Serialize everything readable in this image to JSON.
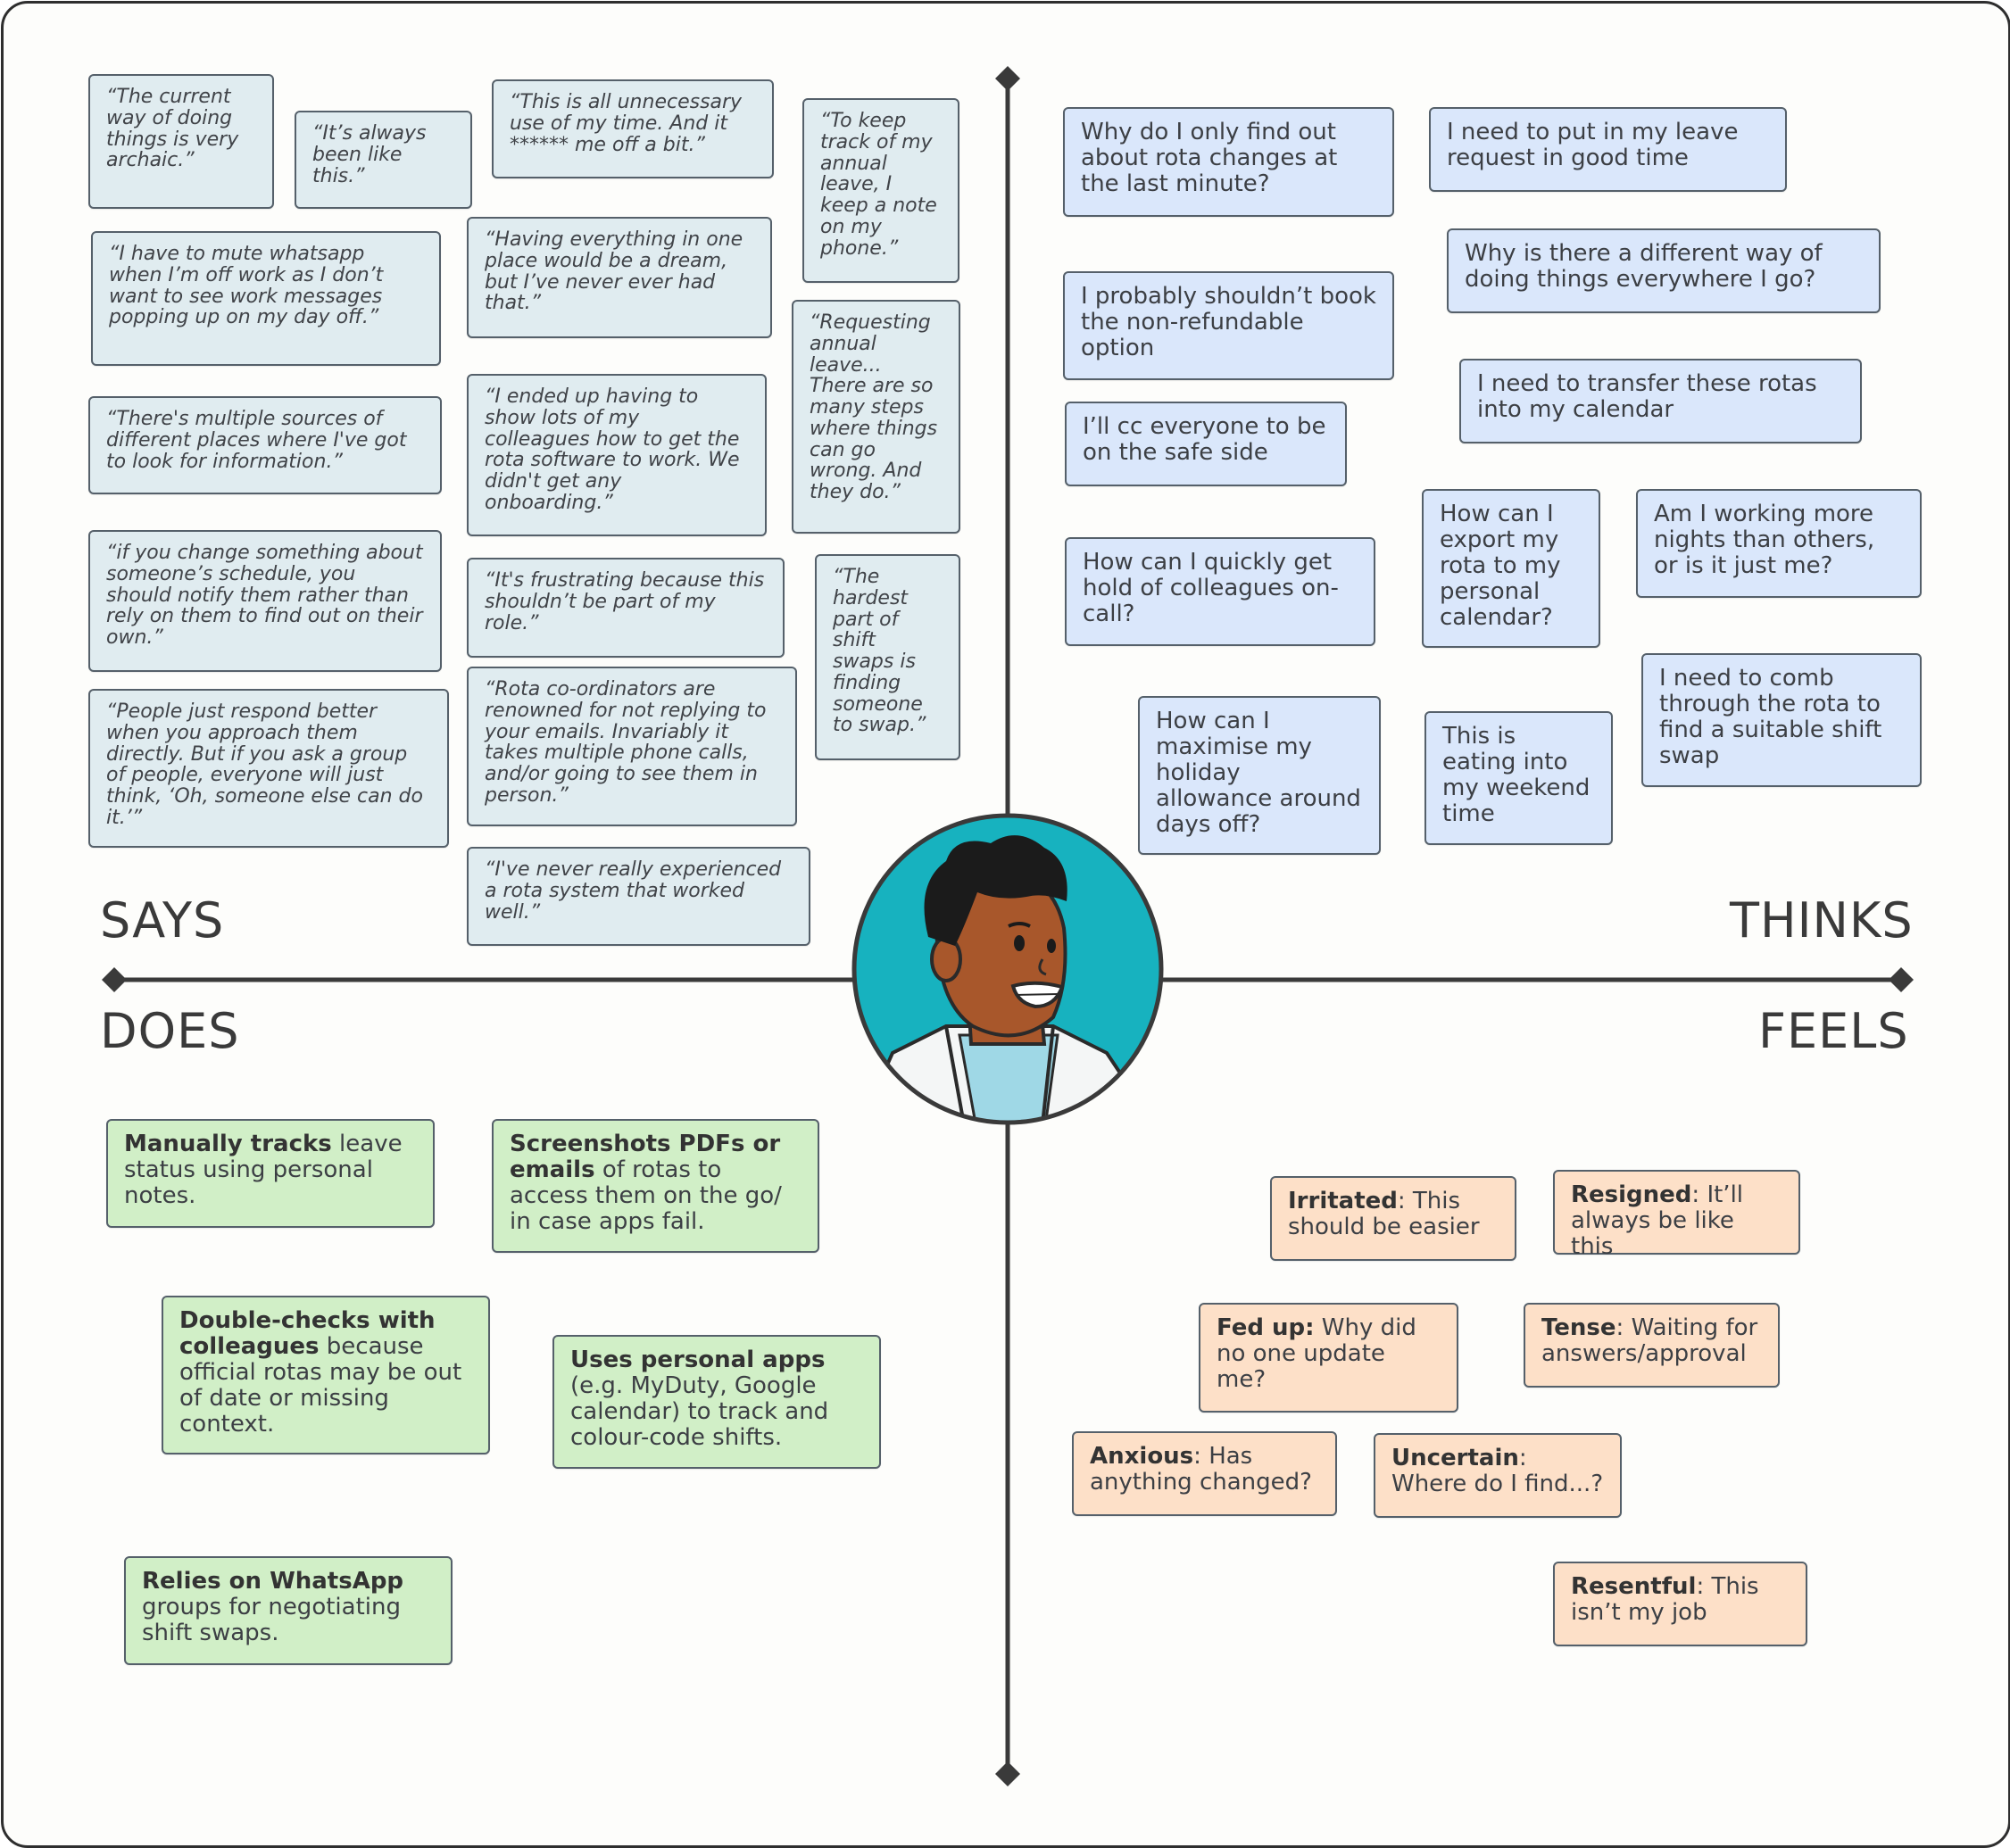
{
  "quadrant_labels": {
    "says": "SAYS",
    "thinks": "THINKS",
    "does": "DOES",
    "feels": "FEELS"
  },
  "says": [
    "“The current way of doing things is very archaic.”",
    "“It’s always been like this.”",
    "“This is all unnecessary use of my time. And it ****** me off a bit.”",
    "“To keep track of my annual leave, I keep a note on my phone.”",
    "“I have to mute whatsapp when I’m off work as I don’t want to see work messages popping up on my day off.”",
    "“Having everything in one place would be a dream, but I’ve never ever had that.”",
    "“Requesting annual leave... There are so many steps where things can go wrong. And they do.”",
    "“There's multiple sources of different places where I've got to look for information.”",
    "“I ended up having to show lots of my colleagues how to get the rota software to work. We didn't get any onboarding.”",
    "“if you change something about someone’s schedule, you should notify them rather than rely on them to find out on their own.”",
    "“It's frustrating because this shouldn’t be part of my role.”",
    "“The hardest part of shift swaps is finding someone to swap.”",
    "“People just respond better when you approach them directly. But if you ask a group of people, everyone will just think, ‘Oh, someone else can do it.’”",
    "“Rota co-ordinators are renowned for not replying to your emails. Invariably it takes multiple phone calls, and/or going to see them in person.”",
    "“I've never really experienced a rota system that worked well.”"
  ],
  "thinks": [
    "Why do I only find out about rota changes at the last minute?",
    "I need to put in my leave request in good time",
    "Why is there a different way of doing things everywhere I go?",
    "I probably shouldn’t book the non-refundable option",
    "I need to transfer these rotas into my calendar",
    "I’ll cc everyone to be on the safe side",
    "How can I export my rota to my personal calendar?",
    "Am I working more nights than others, or is it just me?",
    "How can I quickly get hold of colleagues on-call?",
    "I need to comb through the rota to find a suitable shift swap",
    "How can I maximise my holiday allowance around days off?",
    "This is eating into my weekend time"
  ],
  "does": [
    {
      "bold": "Manually tracks",
      "text": " leave status using personal notes."
    },
    {
      "bold": "Screenshots PDFs or emails",
      "text": " of rotas to access them on the go/ in case apps fail."
    },
    {
      "bold": "Double-checks with colleagues",
      "text": " because official rotas may be out of date or missing context."
    },
    {
      "bold": "Uses personal apps",
      "text": " (e.g. MyDuty, Google calendar) to track and colour-code shifts."
    },
    {
      "bold": "Relies on WhatsApp",
      "text": " groups for negotiating shift swaps."
    }
  ],
  "feels": [
    {
      "bold": "Irritated",
      "text": ": This should be easier"
    },
    {
      "bold": "Resigned",
      "text": ": It’ll always be like this"
    },
    {
      "bold": "Fed up:",
      "text": " Why did no one update me?"
    },
    {
      "bold": "Tense",
      "text": ": Waiting for answers/approval"
    },
    {
      "bold": "Anxious",
      "text": ": Has anything changed?"
    },
    {
      "bold": "Uncertain",
      "text": ": Where do I find...?"
    },
    {
      "bold": "Resentful",
      "text": ": This isn’t my job"
    }
  ],
  "colors": {
    "says": "#e0ecf0",
    "thinks": "#dae7fb",
    "does": "#d1efc7",
    "feels": "#fde0c8",
    "avatar_bg": "#17b2bf",
    "axis": "#3a3a3a"
  },
  "avatar": "doctor-avatar-icon"
}
